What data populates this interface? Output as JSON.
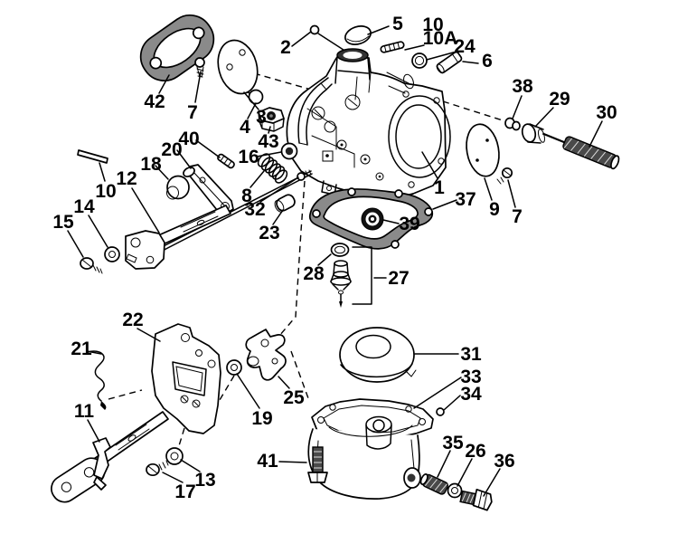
{
  "figure": {
    "kind": "exploded-parts-diagram",
    "subject": "carburetor assembly line drawing",
    "colors": {
      "background": "#ffffff",
      "ink": "#000000",
      "gasket_shade": "#8a8a8a",
      "knurl_shade": "#4a4a4a"
    }
  },
  "callouts": [
    {
      "label": "2",
      "part": "ball-plug-top"
    },
    {
      "label": "5",
      "part": "oval-welch-plug"
    },
    {
      "label": "10",
      "part": "threaded-pin-top"
    },
    {
      "label": "10A",
      "part": "threaded-pin-variant"
    },
    {
      "label": "24",
      "part": "seal-washer"
    },
    {
      "label": "6",
      "part": "dowel-pin"
    },
    {
      "label": "38",
      "part": "packing-nut"
    },
    {
      "label": "29",
      "part": "packing-sleeve"
    },
    {
      "label": "30",
      "part": "knurled-adjusting-needle"
    },
    {
      "label": "42",
      "part": "intake-flange-gasket"
    },
    {
      "label": "7",
      "part": "cover-screw-left"
    },
    {
      "label": "3",
      "part": "round-cover-plate-left"
    },
    {
      "label": "4",
      "part": "ball-plug"
    },
    {
      "label": "43",
      "part": "hex-nut"
    },
    {
      "label": "40",
      "part": "threaded-pin-lever"
    },
    {
      "label": "20",
      "part": "follower-lever"
    },
    {
      "label": "18",
      "part": "bushing"
    },
    {
      "label": "16",
      "part": "lock-washer"
    },
    {
      "label": "8",
      "part": "coil-spring"
    },
    {
      "label": "32",
      "part": "link-rod-screw"
    },
    {
      "label": "23",
      "part": "cap-plug"
    },
    {
      "label": "10",
      "part": "retaining-pin-left"
    },
    {
      "label": "12",
      "part": "throttle-shaft-upper"
    },
    {
      "label": "14",
      "part": "flat-washer-left"
    },
    {
      "label": "15",
      "part": "round-head-screw-left"
    },
    {
      "label": "1",
      "part": "carburetor-body"
    },
    {
      "label": "37",
      "part": "bowl-gasket"
    },
    {
      "label": "39",
      "part": "grommet"
    },
    {
      "label": "9",
      "part": "round-cover-plate-right"
    },
    {
      "label": "7",
      "part": "cover-screw-right"
    },
    {
      "label": "28",
      "part": "seat-gasket-ring"
    },
    {
      "label": "27",
      "part": "needle-and-seat-assembly"
    },
    {
      "label": "22",
      "part": "mounting-plate"
    },
    {
      "label": "21",
      "part": "link-wire"
    },
    {
      "label": "11",
      "part": "throttle-shaft-lower"
    },
    {
      "label": "13",
      "part": "flat-washer-lower"
    },
    {
      "label": "17",
      "part": "slotted-screw-lower"
    },
    {
      "label": "19",
      "part": "grommet-washer"
    },
    {
      "label": "25",
      "part": "cam-follower"
    },
    {
      "label": "31",
      "part": "float"
    },
    {
      "label": "33",
      "part": "float-bowl"
    },
    {
      "label": "34",
      "part": "ball-plug-small"
    },
    {
      "label": "41",
      "part": "bowl-screw"
    },
    {
      "label": "35",
      "part": "spring-loaded-plug"
    },
    {
      "label": "26",
      "part": "sealing-washer"
    },
    {
      "label": "36",
      "part": "hex-drain-plug"
    }
  ]
}
